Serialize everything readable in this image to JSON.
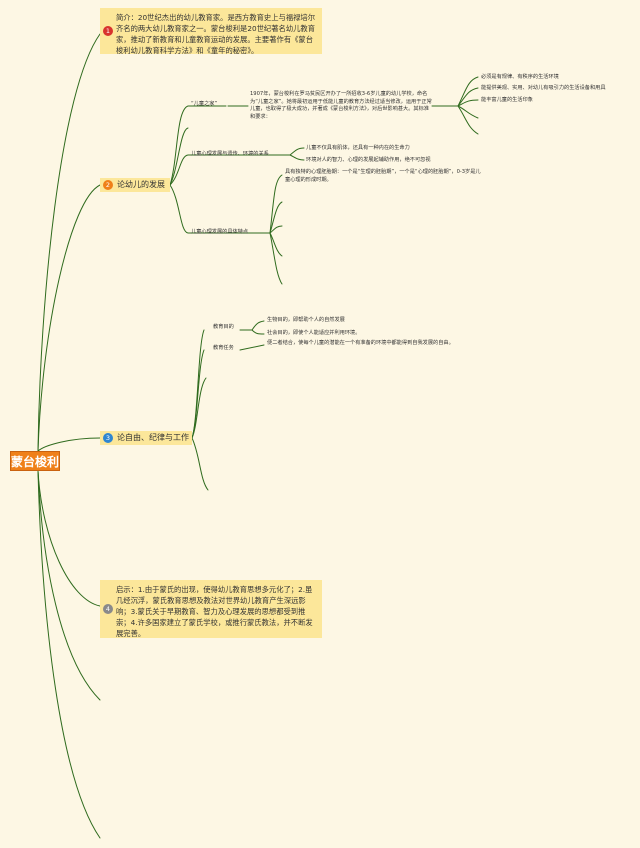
{
  "root": {
    "label": "蒙台梭利"
  },
  "branch1": {
    "badge": "1",
    "text": "简介：20世纪杰出的幼儿教育家。是西方教育史上与福禄培尔齐名的两大幼儿教育家之一。蒙台梭利是20世纪著名幼儿教育家，推动了新教育和儿童教育运动的发展。主要著作有《蒙台梭利幼儿教育科学方法》和《童年的秘密》。"
  },
  "branch2": {
    "badge": "2",
    "label": "论幼儿的发展",
    "children": {
      "house": {
        "label": "“儿童之家”",
        "desc": "1907年，蒙台梭利在罗马贫民区开办了一所招收3-6岁儿童的幼儿学校，命名为“儿童之家”。她将最初运用于低能儿童的教育方法经过适当修改，运用于正常儿童，也取得了极大成功，并著成《蒙台梭利方法》，对后世影响甚大。其标准和要求：",
        "requirements": [
          "必须是有规律、有秩序的生活环境",
          "能提供美观、实用、对幼儿有吸引力的生活设备和用具",
          "能丰富儿童的生活印象"
        ]
      },
      "relation": {
        "label": "儿童心理发展与遗传、环境的关系",
        "items": [
          "儿童不仅具有肌体，还具有一种内在的生命力",
          "环境对人的智力、心理的发展起辅助作用，绝不可忽视"
        ]
      },
      "features": {
        "label": "儿童心理发展的具体特点",
        "items": [
          "具有独特的心理胚胎期：一个是“生理的胚胎期”，一个是“心理的胚胎期”，0-3岁是儿童心理的形成时期。"
        ]
      }
    }
  },
  "branch3": {
    "badge": "3",
    "label": "论自由、纪律与工作",
    "children": {
      "purpose": {
        "label": "教育目的",
        "items": [
          "生物目的，即帮助个人的自然发展",
          "社会目的，即使个人能适应并利用环境。"
        ]
      },
      "task": {
        "label": "教育任务",
        "text": "便二者结合，使每个儿童的潜能在一个有准备的环境中都能得到自我发展的自由。"
      }
    }
  },
  "branch4": {
    "badge": "4",
    "text": "启示：1.由于蒙氏的出现，使得幼儿教育思想多元化了；2.虽几经沉浮，蒙氏教育思想及教法对世界幼儿教育产生深远影响；3.蒙氏关于早期教育、智力及心理发展的思想都受到推崇；4.许多国家建立了蒙氏学校，或推行蒙氏教法，并不断发展完善。"
  },
  "colors": {
    "line": "#2f6b1e",
    "note_bg": "#fce79a",
    "root_bg": "#ef8019",
    "page_bg": "#fdf7e4"
  }
}
